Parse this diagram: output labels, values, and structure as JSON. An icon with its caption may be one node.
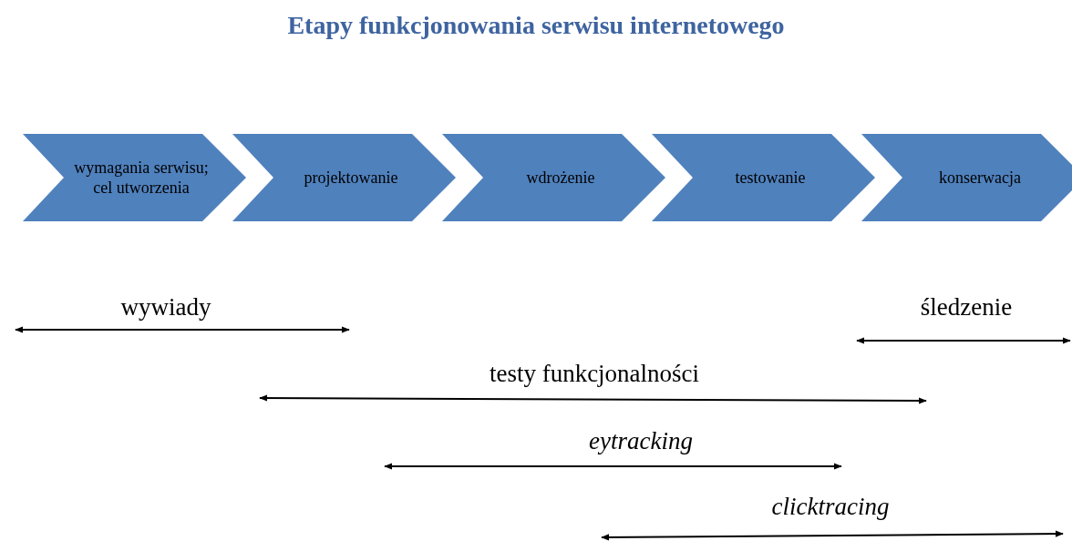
{
  "diagram": {
    "title": "Etapy funkcjonowania serwisu internetowego",
    "nodes": [
      {
        "text": [
          "wymagania serwisu; cel utworzenia"
        ]
      },
      {
        "text": [
          "projektowanie"
        ]
      },
      {
        "text": [
          "wdrożenie"
        ]
      },
      {
        "text": [
          "testowanie"
        ]
      },
      {
        "text": [
          "konserwacja"
        ]
      }
    ],
    "labels": [
      "wywiady",
      "śledzenie",
      "testy funkcjonalności",
      "eytracking",
      "clicktracing"
    ]
  }
}
